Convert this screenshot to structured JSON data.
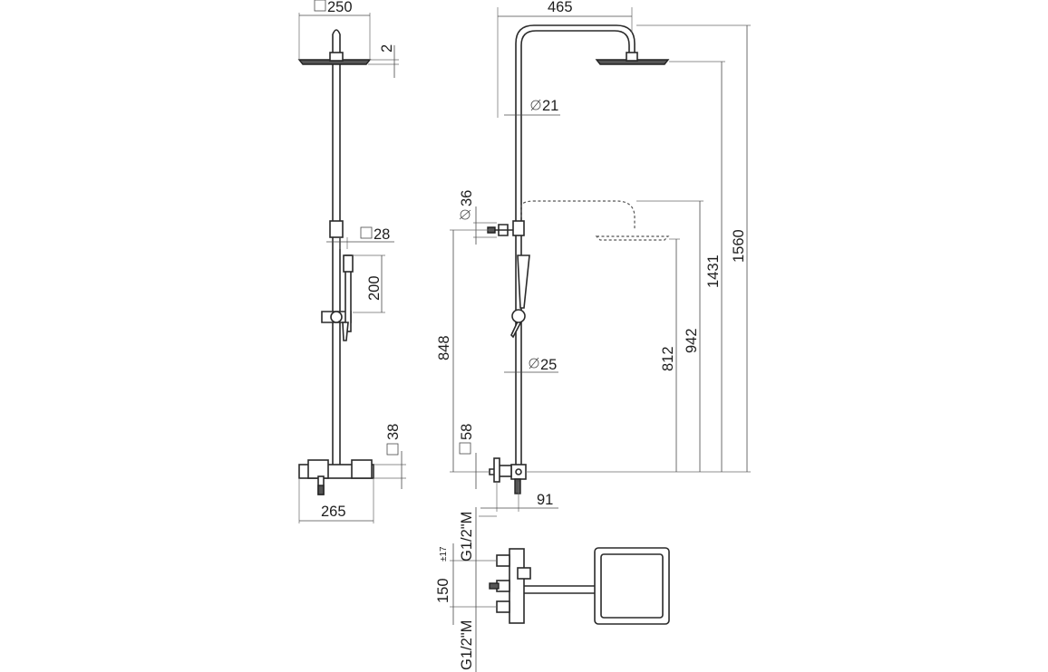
{
  "dimensions": {
    "head_size": "250",
    "head_thickness": "2",
    "bar_size": "28",
    "hand_shower_length": "200",
    "valve_depth": "38",
    "valve_width": "265",
    "arm_reach": "465",
    "pipe_upper": "21",
    "holder_size": "36",
    "total_height": "1560",
    "height_1431": "1431",
    "height_942": "942",
    "height_812": "812",
    "height_848": "848",
    "pipe_lower": "25",
    "valve_square": "58",
    "projection": "91",
    "inlet_top": "G1/2\"M",
    "inlet_bottom": "G1/2\"M",
    "centres": "150",
    "centres_tolerance": "±17"
  },
  "symbols": {
    "square_glyph": "square-symbol",
    "diameter_glyph": "diameter-symbol"
  }
}
